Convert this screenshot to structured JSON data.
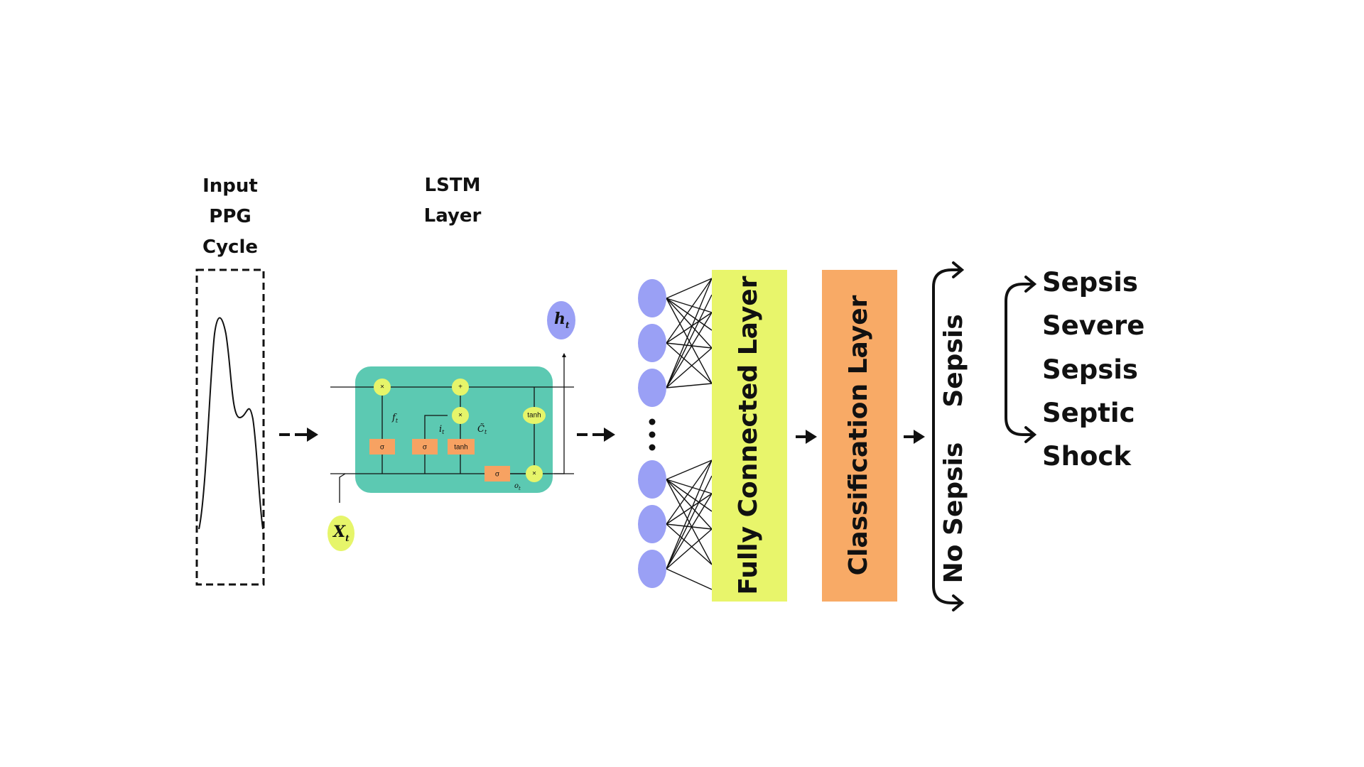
{
  "input_label": [
    "Input",
    "PPG",
    "Cycle"
  ],
  "lstm_label": [
    "LSTM",
    "Layer"
  ],
  "lstm_cell": {
    "input_symbol": "X",
    "input_sub": "t",
    "output_symbol": "h",
    "output_sub": "t",
    "gates": [
      "σ",
      "σ",
      "tanh",
      "σ"
    ],
    "ops": [
      "×",
      "+",
      "×",
      "tanh",
      "×"
    ],
    "symbols": {
      "forget": "f",
      "forget_sub": "t",
      "input": "i",
      "input_sub": "t",
      "candidate": "C̃",
      "candidate_sub": "t",
      "output": "o",
      "output_sub": "t"
    }
  },
  "ellipsis": "⋮",
  "fc_layer_label": "Fully Connected Layer",
  "classification_layer_label": "Classification Layer",
  "binary_outputs": [
    "Sepsis",
    "No Sepsis"
  ],
  "sepsis_classes": [
    "Sepsis",
    "Severe",
    "Sepsis",
    "Septic",
    "Shock"
  ],
  "colors": {
    "lstm_box": "#5cc9b2",
    "gate_box": "#f7a262",
    "op_circle": "#e6f56a",
    "output_node": "#9aa0f5",
    "input_node": "#e6f56a",
    "neuron": "#9aa0f5",
    "fc_layer": "#e8f56b",
    "classification_layer": "#f8aa66"
  }
}
